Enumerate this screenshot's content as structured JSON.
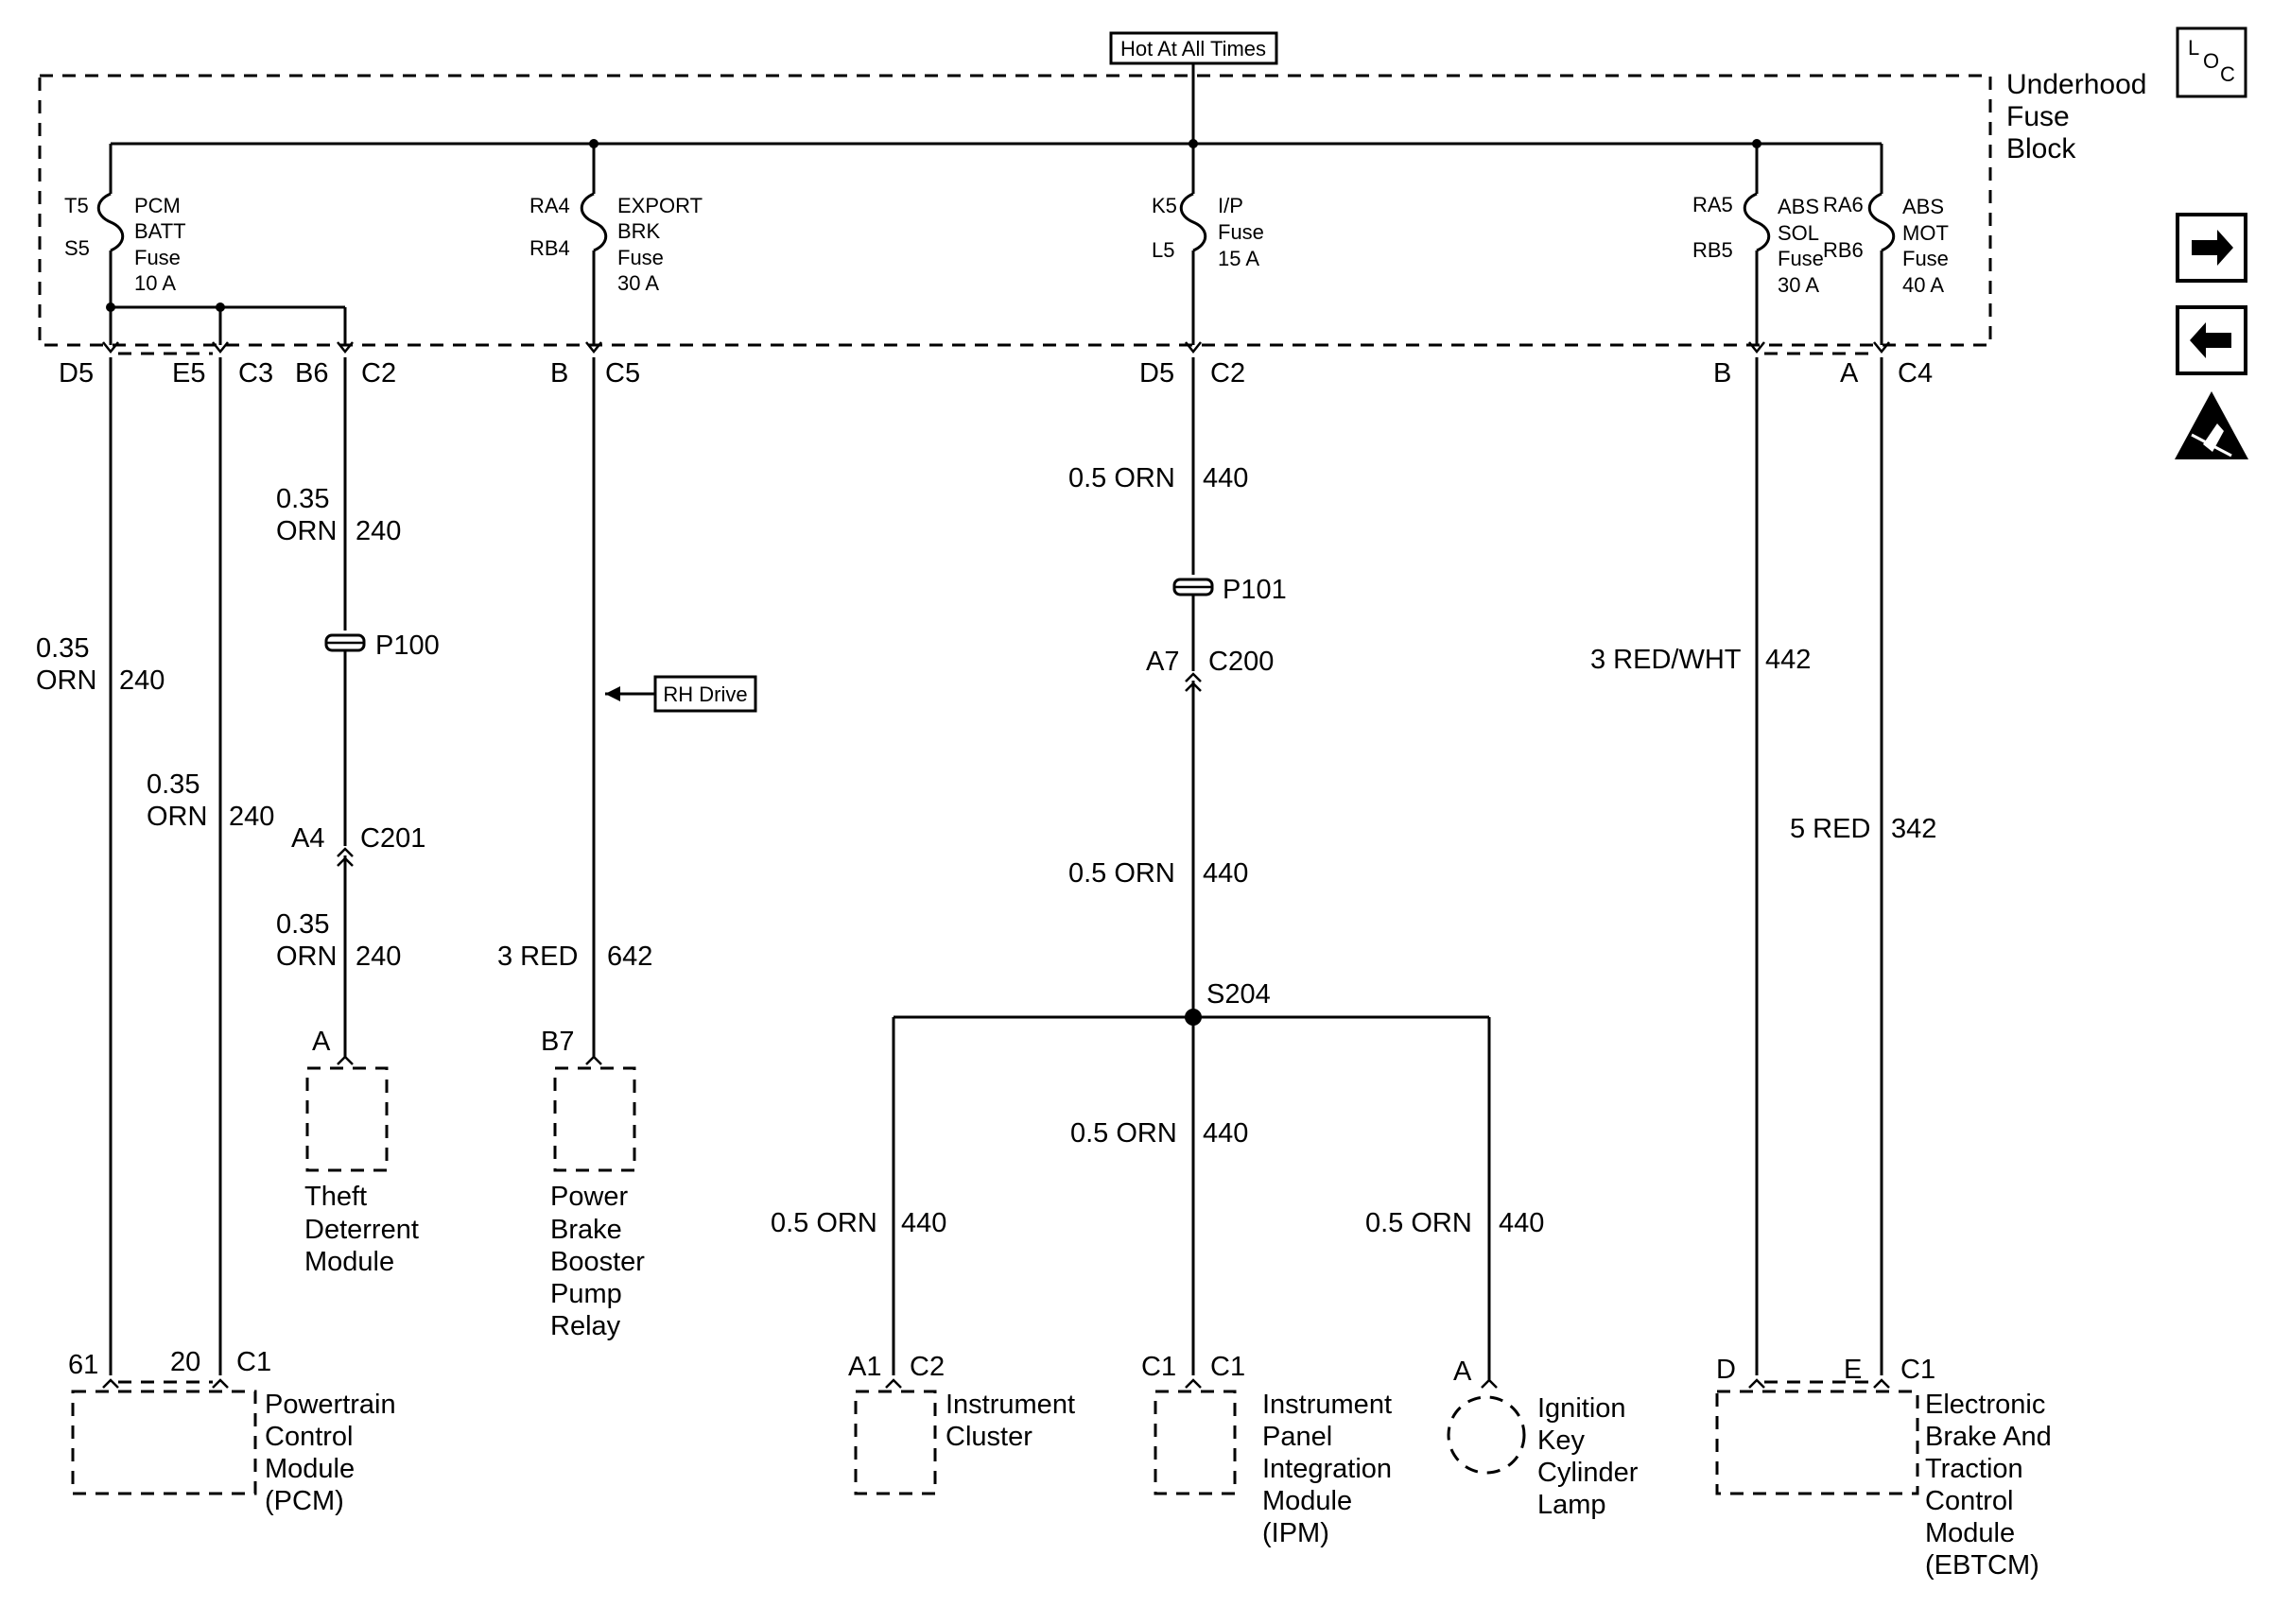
{
  "header": {
    "hot_label": "Hot At All Times"
  },
  "fuse_block": {
    "title_line1": "Underhood",
    "title_line2": "Fuse",
    "title_line3": "Block"
  },
  "fuses": {
    "pcm": {
      "top": "T5",
      "bottom": "S5",
      "l1": "PCM",
      "l2": "BATT",
      "l3": "Fuse",
      "l4": "10 A"
    },
    "export": {
      "top": "RA4",
      "bottom": "RB4",
      "l1": "EXPORT",
      "l2": "BRK",
      "l3": "Fuse",
      "l4": "30 A"
    },
    "ip": {
      "top": "K5",
      "bottom": "L5",
      "l1": "I/P",
      "l2": "Fuse",
      "l3": "15 A"
    },
    "abssol": {
      "top": "RA5",
      "bottom": "RB5",
      "l1": "ABS",
      "l2": "SOL",
      "l3": "Fuse",
      "l4": "30 A"
    },
    "absmot": {
      "top": "RA6",
      "bottom": "RB6",
      "l1": "ABS",
      "l2": "MOT",
      "l3": "Fuse",
      "l4": "40 A"
    }
  },
  "connectors": {
    "d5_left": "D5",
    "e5": "E5",
    "c3": "C3",
    "b6": "B6",
    "c2_left": "C2",
    "b_c5": "B",
    "c5": "C5",
    "d5_mid": "D5",
    "c2_mid": "C2",
    "b_right": "B",
    "a_right": "A",
    "c4": "C4"
  },
  "wires": {
    "pcm_a_gauge1": "0.35",
    "pcm_a_gauge2": "ORN",
    "pcm_a_circuit": "240",
    "pcm_b_gauge1": "0.35",
    "pcm_b_gauge2": "ORN",
    "pcm_b_circuit": "240",
    "tdm_top_gauge1": "0.35",
    "tdm_top_gauge2": "ORN",
    "tdm_top_circuit": "240",
    "tdm_bot_gauge1": "0.35",
    "tdm_bot_gauge2": "ORN",
    "tdm_bot_circuit": "240",
    "pbb_color": "3 RED",
    "pbb_circuit": "642",
    "ip_top_color": "0.5 ORN",
    "ip_top_circuit": "440",
    "ip_mid_color": "0.5 ORN",
    "ip_mid_circuit": "440",
    "ipm_color": "0.5 ORN",
    "ipm_circuit": "440",
    "cluster_color": "0.5 ORN",
    "cluster_circuit": "440",
    "lamp_color": "0.5 ORN",
    "lamp_circuit": "440",
    "sol_color": "3 RED/WHT",
    "sol_circuit": "442",
    "mot_color": "5 RED",
    "mot_circuit": "342"
  },
  "inline_connectors": {
    "p100": "P100",
    "p101": "P101",
    "c201_pin": "A4",
    "c201": "C201",
    "c200_pin": "A7",
    "c200": "C200",
    "splice": "S204",
    "rh_drive": "RH Drive"
  },
  "components": {
    "tdm": {
      "pin": "A",
      "l1": "Theft",
      "l2": "Deterrent",
      "l3": "Module"
    },
    "pbb": {
      "pin": "B7",
      "l1": "Power",
      "l2": "Brake",
      "l3": "Booster",
      "l4": "Pump",
      "l5": "Relay"
    },
    "pcm": {
      "pin1": "61",
      "pin2": "20",
      "conn": "C1",
      "l1": "Powertrain",
      "l2": "Control",
      "l3": "Module",
      "l4": "(PCM)"
    },
    "cluster": {
      "pin": "A1",
      "conn": "C2",
      "l1": "Instrument",
      "l2": "Cluster"
    },
    "ipm": {
      "pin": "C1",
      "conn": "C1",
      "l1": "Instrument",
      "l2": "Panel",
      "l3": "Integration",
      "l4": "Module",
      "l5": "(IPM)"
    },
    "lamp": {
      "pin": "A",
      "l1": "Ignition",
      "l2": "Key",
      "l3": "Cylinder",
      "l4": "Lamp"
    },
    "ebtcm": {
      "pin1": "D",
      "pin2": "E",
      "conn": "C1",
      "l1": "Electronic",
      "l2": "Brake And",
      "l3": "Traction",
      "l4": "Control",
      "l5": "Module",
      "l6": "(EBTCM)"
    }
  },
  "side_icons": {
    "loc_l": "L",
    "loc_o": "O",
    "loc_c": "C",
    "next": "arrow-right-icon",
    "prev": "arrow-left-icon",
    "esd": "esd-warning-icon"
  }
}
